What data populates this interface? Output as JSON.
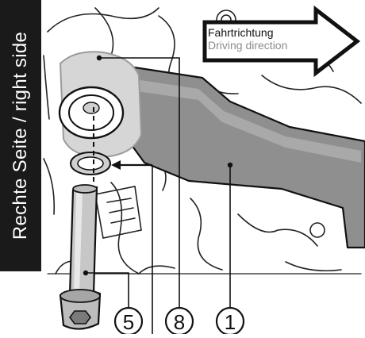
{
  "side_label": "Rechte Seite / right side",
  "direction": {
    "label_de": "Fahrtrichtung",
    "label_en": "Driving direction"
  },
  "callouts": [
    "5",
    "8",
    "1"
  ],
  "colors": {
    "arm": "#8f8f8f",
    "ink": "#111111",
    "arrow_fill": "#ffffff",
    "side_tab": "#1a1a1a"
  }
}
